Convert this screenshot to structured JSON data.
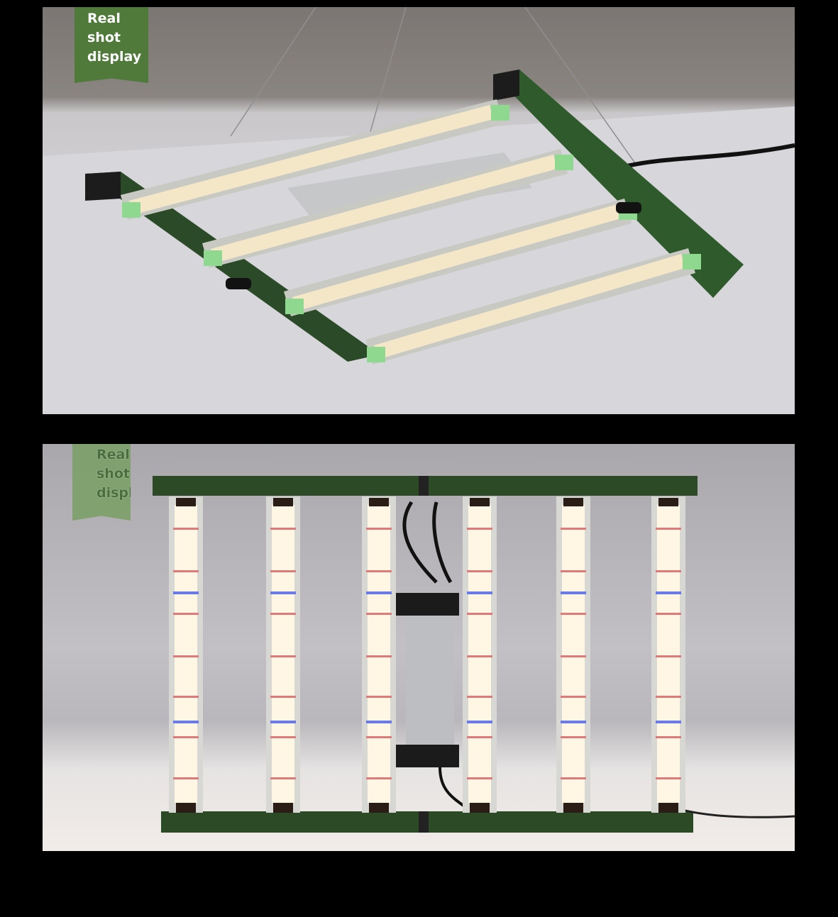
{
  "photos": [
    {
      "badge": {
        "lines": [
          "Real",
          "shot",
          "display"
        ]
      },
      "colors": {
        "frame": "#2f4d2a",
        "bar_silver": "#c9c9c4",
        "leds": "#f4e7c8",
        "accent": "#8fd88f"
      },
      "bars": 4
    },
    {
      "badge": {
        "lines": [
          "Real",
          "shot",
          "display"
        ]
      },
      "colors": {
        "frame": "#2e4a26",
        "bar_silver": "#d7d7d3",
        "leds": "#fff6e4",
        "red_led": "#e07a7a",
        "blue_led": "#6a7ae6"
      },
      "bars": 6
    }
  ]
}
